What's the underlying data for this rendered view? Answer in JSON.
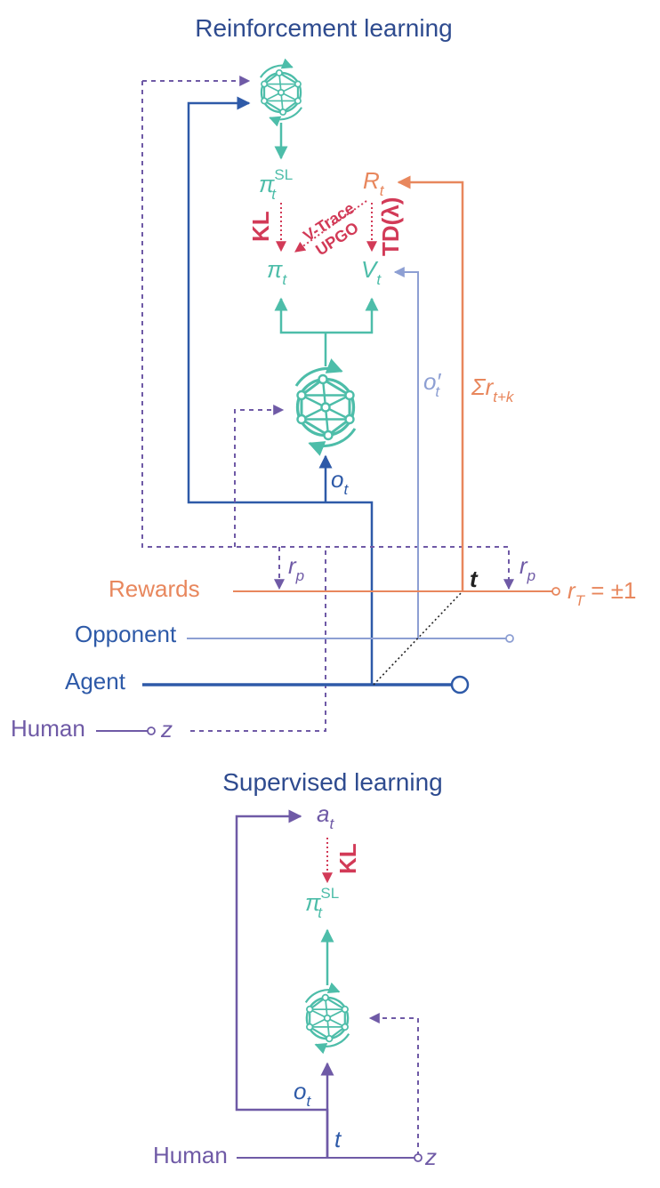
{
  "titles": {
    "rl": "Reinforcement learning",
    "sl": "Supervised learning"
  },
  "rl": {
    "pi_sl": {
      "base": "π",
      "sub": "t",
      "sup": "SL"
    },
    "pi": {
      "base": "π",
      "sub": "t"
    },
    "R": {
      "base": "R",
      "sub": "t"
    },
    "V": {
      "base": "V",
      "sub": "t"
    },
    "kl": "KL",
    "vtrace": "V-Trace",
    "upgo": "UPGO",
    "td": "TD(λ)",
    "o_prime": {
      "base": "o′",
      "sub": "t"
    },
    "sum_r": {
      "base": "Σr",
      "sub": "t+k"
    },
    "o": {
      "base": "o",
      "sub": "t"
    },
    "rp": {
      "base": "r",
      "sub": "p"
    },
    "t": "t",
    "rT": {
      "base": "r",
      "sub": "T",
      "rest": " = ±1"
    }
  },
  "timelines": {
    "rewards": "Rewards",
    "opponent": "Opponent",
    "agent": "Agent",
    "human": "Human",
    "z": "z"
  },
  "sl": {
    "a": {
      "base": "a",
      "sub": "t"
    },
    "kl": "KL",
    "pi_sl": {
      "base": "π",
      "sub": "t",
      "sup": "SL"
    },
    "o": {
      "base": "o",
      "sub": "t"
    },
    "t": "t",
    "human": "Human",
    "z": "z"
  },
  "colors": {
    "teal": "#4dbda9",
    "dark_blue": "#2e5aa8",
    "purple": "#6f5aa6",
    "orange": "#e8875d",
    "light_blue": "#8d9fd3",
    "red": "#d23a57",
    "title": "#2e4b8f",
    "black": "#222222"
  }
}
